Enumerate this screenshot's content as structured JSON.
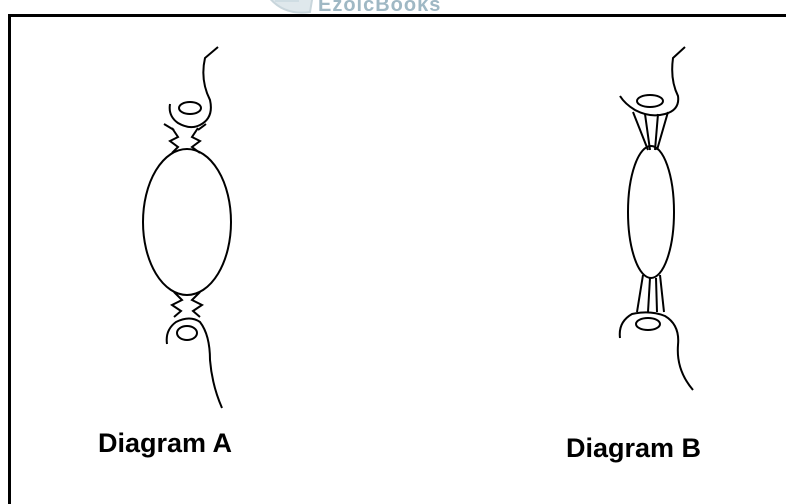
{
  "watermark": {
    "text": "EzoicBooks"
  },
  "captions": {
    "a": "Diagram A",
    "b": "Diagram B"
  },
  "colors": {
    "line": "#000000",
    "watermark": "#9fb8c4",
    "background": "#ffffff"
  }
}
